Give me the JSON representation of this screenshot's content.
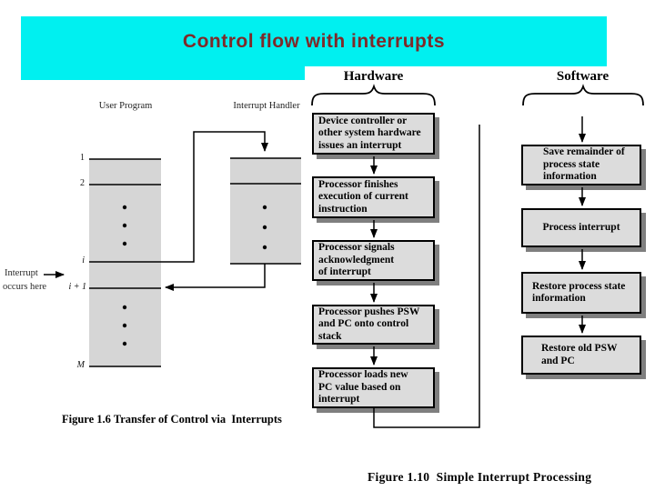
{
  "title": {
    "text": "Control flow with interrupts"
  },
  "colors": {
    "banner_cyan": "#00f0f0",
    "title_red": "#7e2a2a",
    "box_fill": "#dcdcdc",
    "box_shadow": "#7f7f7f",
    "memory_block_fill": "#d6d6d6"
  },
  "memory_figure": {
    "user_program_label": "User Program",
    "interrupt_handler_label": "Interrupt Handler",
    "row_labels": {
      "one": "1",
      "two": "2",
      "i": "i",
      "i_plus_1": "i + 1",
      "m": "M"
    },
    "interrupt_note_line1": "Interrupt",
    "interrupt_note_line2": "occurs here",
    "caption": "Figure 1.6 Transfer of Control via  Interrupts"
  },
  "flowchart": {
    "hardware_label": "Hardware",
    "software_label": "Software",
    "hardware_steps": [
      "Device controller or\nother system hardware\nissues an interrupt",
      "Processor finishes\nexecution of current\ninstruction",
      "Processor signals\nacknowledgment\nof interrupt",
      "Processor pushes PSW\nand PC onto control\nstack",
      "Processor loads new\nPC value based on\ninterrupt"
    ],
    "software_steps": [
      "Save remainder of\nprocess state\ninformation",
      "Process interrupt",
      "Restore process state\ninformation",
      "Restore old PSW\nand PC"
    ],
    "caption": "Figure 1.10  Simple Interrupt Processing"
  }
}
